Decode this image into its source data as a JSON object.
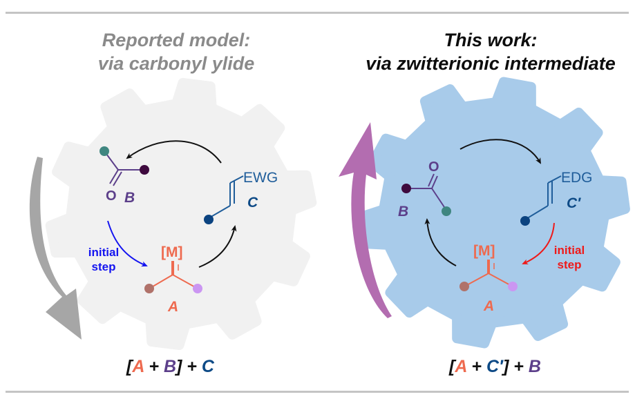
{
  "colors": {
    "rule": "#c4c4c4",
    "gear_left": "#f1f1f1",
    "gear_right": "#a8cbea",
    "arrow_left": "#a6a6a6",
    "arrow_right": "#b36db0",
    "A": "#ee6a4f",
    "B": "#5c3f8a",
    "C": "#0d4a86",
    "initial_left": "#1414f0",
    "initial_right": "#ee1a1a",
    "dot_teal": "#3f8680",
    "dot_plum": "#3e0a3e",
    "dot_navy": "#0b4380",
    "dot_brown": "#b0726a",
    "dot_lilac": "#cb96f2"
  },
  "left_panel": {
    "title_line1": "Reported model:",
    "title_line2": "via carbonyl ylide",
    "species": {
      "B_label": "B",
      "B_oxygen": "O",
      "C_label": "C",
      "C_group": "EWG",
      "A_label": "A",
      "A_metal": "[M]"
    },
    "initial_step_line1": "initial",
    "initial_step_line2": "step",
    "equation": {
      "open": "[",
      "first": "A",
      "plus1": " + ",
      "second": "B",
      "close": "]",
      "plus2": " + ",
      "third": "C"
    }
  },
  "right_panel": {
    "title_line1": "This work:",
    "title_line2": "via zwitterionic intermediate",
    "species": {
      "B_label": "B",
      "B_oxygen": "O",
      "C_label": "C′",
      "C_group": "EDG",
      "A_label": "A",
      "A_metal": "[M]"
    },
    "initial_step_line1": "initial",
    "initial_step_line2": "step",
    "equation": {
      "open": "[",
      "first": "A",
      "plus1": " + ",
      "second": "C′",
      "close": "]",
      "plus2": " + ",
      "third": "B"
    }
  }
}
